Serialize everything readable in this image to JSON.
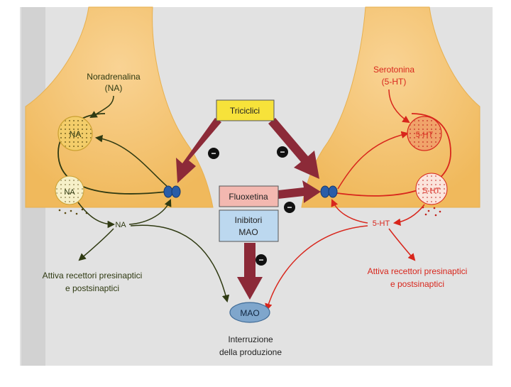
{
  "colors": {
    "terminal_fill": "#f5c26b",
    "terminal_edge": "#e2a640",
    "page_bg": "#dcdcdc",
    "na_color": "#2f3a12",
    "ht_color": "#d8261c",
    "inhibit_arrow": "#8c2a38",
    "triciclici_bg": "#f7e23a",
    "fluoxetina_bg": "#f3b8b0",
    "mao_box_bg": "#bcd8ef",
    "mao_enzyme": "#7fa6cc"
  },
  "left_terminal": {
    "transmitter_label": [
      "Noradrenalina",
      "(NA)"
    ],
    "vesicle_label": "NA",
    "release_label": "NA",
    "cleft_label": "NA",
    "effect_label": [
      "Attiva recettori presinaptici",
      "e postsinaptici"
    ]
  },
  "right_terminal": {
    "transmitter_label": [
      "Serotonina",
      "(5-HT)"
    ],
    "vesicle_label": "5-HT",
    "release_label": "5-HT",
    "cleft_label": "5-HT",
    "effect_label": [
      "Attiva recettori presinaptici",
      "e postsinaptici"
    ]
  },
  "drugs": {
    "triciclici": "Triciclici",
    "fluoxetina": "Fluoxetina",
    "inibitori_mao": [
      "Inibitori",
      "MAO"
    ]
  },
  "inhibition_sign": "−",
  "mao": {
    "enzyme_label": "MAO",
    "outcome_label": [
      "Interruzione",
      "della produzione"
    ]
  }
}
